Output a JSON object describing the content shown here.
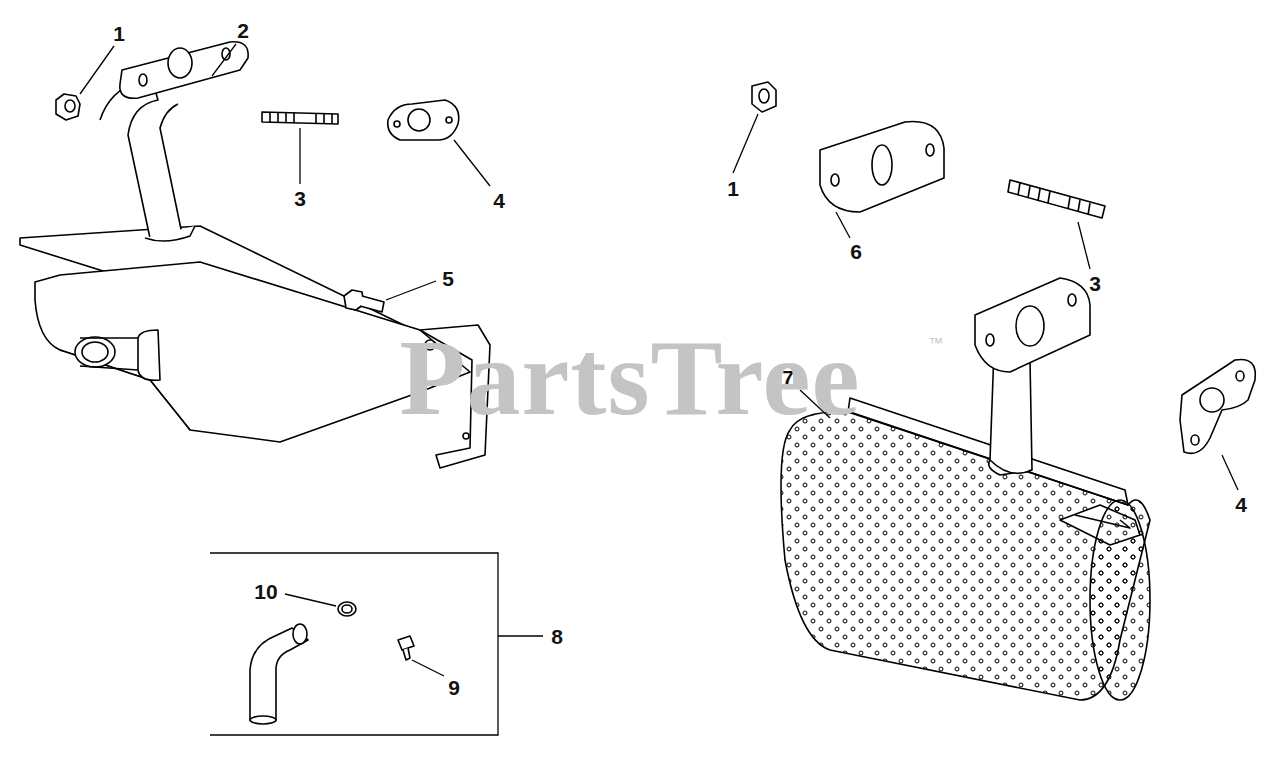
{
  "diagram": {
    "labels": [
      "1",
      "2",
      "3",
      "4",
      "5",
      "1",
      "6",
      "3",
      "4",
      "7",
      "10",
      "9",
      "8",
      "PartsTree",
      "™"
    ]
  }
}
